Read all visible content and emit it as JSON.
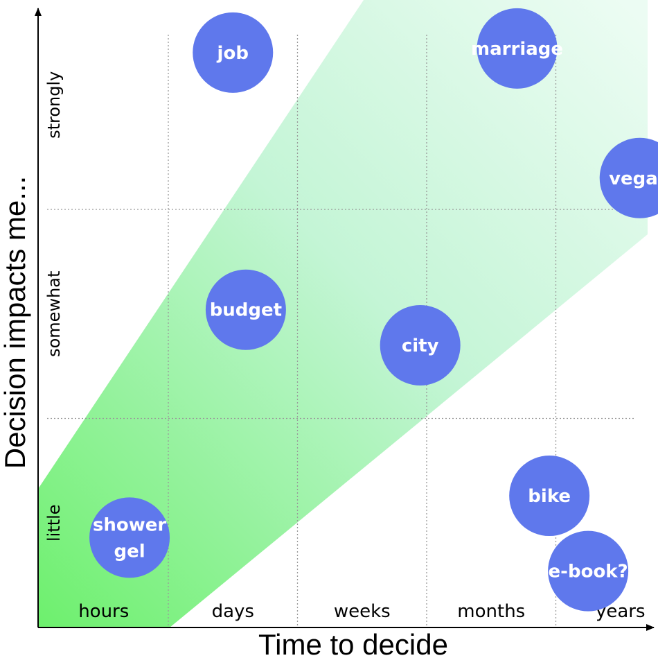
{
  "chart_data": {
    "type": "scatter",
    "x_axis": {
      "title": "Time to decide",
      "categories": [
        "hours",
        "days",
        "weeks",
        "months",
        "years"
      ]
    },
    "y_axis": {
      "title": "Decision impacts me...",
      "categories": [
        "little",
        "somewhat",
        "strongly"
      ]
    },
    "grid": true,
    "region": {
      "description_color": "#6ef06e",
      "fade_color": "#e6fbf0"
    },
    "points": [
      {
        "label": "job",
        "lines": [
          "job"
        ],
        "x": 1.5,
        "y": 2.75
      },
      {
        "label": "marriage",
        "lines": [
          "marriage"
        ],
        "x": 3.7,
        "y": 2.77
      },
      {
        "label": "vegan",
        "lines": [
          "vegan"
        ],
        "x": 4.65,
        "y": 2.15
      },
      {
        "label": "budget",
        "lines": [
          "budget"
        ],
        "x": 1.6,
        "y": 1.52
      },
      {
        "label": "city",
        "lines": [
          "city"
        ],
        "x": 2.95,
        "y": 1.35
      },
      {
        "label": "bike",
        "lines": [
          "bike"
        ],
        "x": 3.95,
        "y": 0.63
      },
      {
        "label": "shower gel",
        "lines": [
          "shower",
          "gel"
        ],
        "x": 0.7,
        "y": 0.43
      },
      {
        "label": "e-book?",
        "lines": [
          "e-book?"
        ],
        "x": 4.25,
        "y": 0.27
      }
    ],
    "bubble_color": "#5f78ec"
  }
}
